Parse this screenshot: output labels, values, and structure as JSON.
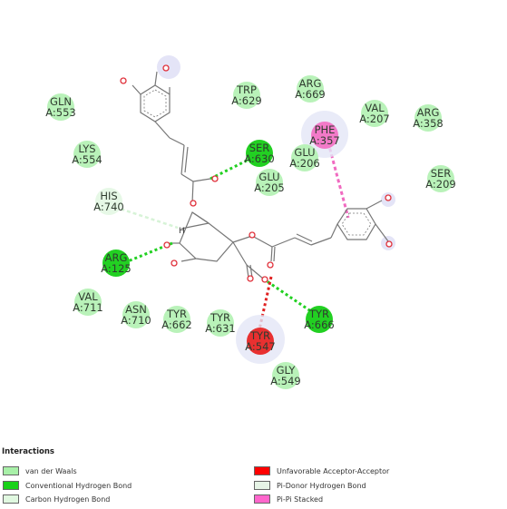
{
  "residues": [
    {
      "name": "GLN",
      "id": "A:553",
      "type": "vdw"
    },
    {
      "name": "LYS",
      "id": "A:554",
      "type": "vdw"
    },
    {
      "name": "HIS",
      "id": "A:740",
      "type": "carbon-hbond"
    },
    {
      "name": "ARG",
      "id": "A:125",
      "type": "conventional-hbond"
    },
    {
      "name": "VAL",
      "id": "A:711",
      "type": "vdw"
    },
    {
      "name": "ASN",
      "id": "A:710",
      "type": "vdw"
    },
    {
      "name": "TYR",
      "id": "A:662",
      "type": "vdw"
    },
    {
      "name": "TYR",
      "id": "A:631",
      "type": "vdw"
    },
    {
      "name": "TYR",
      "id": "A:547",
      "type": "unfavorable"
    },
    {
      "name": "TYR",
      "id": "A:666",
      "type": "conventional-hbond"
    },
    {
      "name": "GLY",
      "id": "A:549",
      "type": "vdw"
    },
    {
      "name": "TRP",
      "id": "A:629",
      "type": "vdw"
    },
    {
      "name": "ARG",
      "id": "A:669",
      "type": "vdw"
    },
    {
      "name": "SER",
      "id": "A:630",
      "type": "conventional-hbond"
    },
    {
      "name": "GLU",
      "id": "A:206",
      "type": "vdw"
    },
    {
      "name": "GLU",
      "id": "A:205",
      "type": "vdw"
    },
    {
      "name": "PHE",
      "id": "A:357",
      "type": "pi-pi"
    },
    {
      "name": "VAL",
      "id": "A:207",
      "type": "vdw"
    },
    {
      "name": "ARG",
      "id": "A:358",
      "type": "vdw"
    },
    {
      "name": "SER",
      "id": "A:209",
      "type": "vdw"
    }
  ],
  "ligand_atom_labels": {
    "hydrogen": "H"
  },
  "legend": {
    "title": "Interactions",
    "items": [
      {
        "label": "van der Waals",
        "color": "#a8f0a8"
      },
      {
        "label": "Conventional Hydrogen Bond",
        "color": "#19d119"
      },
      {
        "label": "Carbon Hydrogen Bond",
        "color": "#e0f8e0"
      },
      {
        "label": "Unfavorable Acceptor-Acceptor",
        "color": "#ff0000"
      },
      {
        "label": "Pi-Donor Hydrogen Bond",
        "color": "#e6f4e6"
      },
      {
        "label": "Pi-Pi Stacked",
        "color": "#ff66cc"
      }
    ]
  },
  "colors": {
    "vdw": "#b9f2b9",
    "conventional_hbond": "#22d022",
    "carbon_hbond": "#e6f8e6",
    "unfavorable": "#e83030",
    "pi_pi": "#f27ac8",
    "bond_line": "#777777",
    "oxygen": "#e0303a",
    "aromatic_halo": "#c9c9ee"
  }
}
